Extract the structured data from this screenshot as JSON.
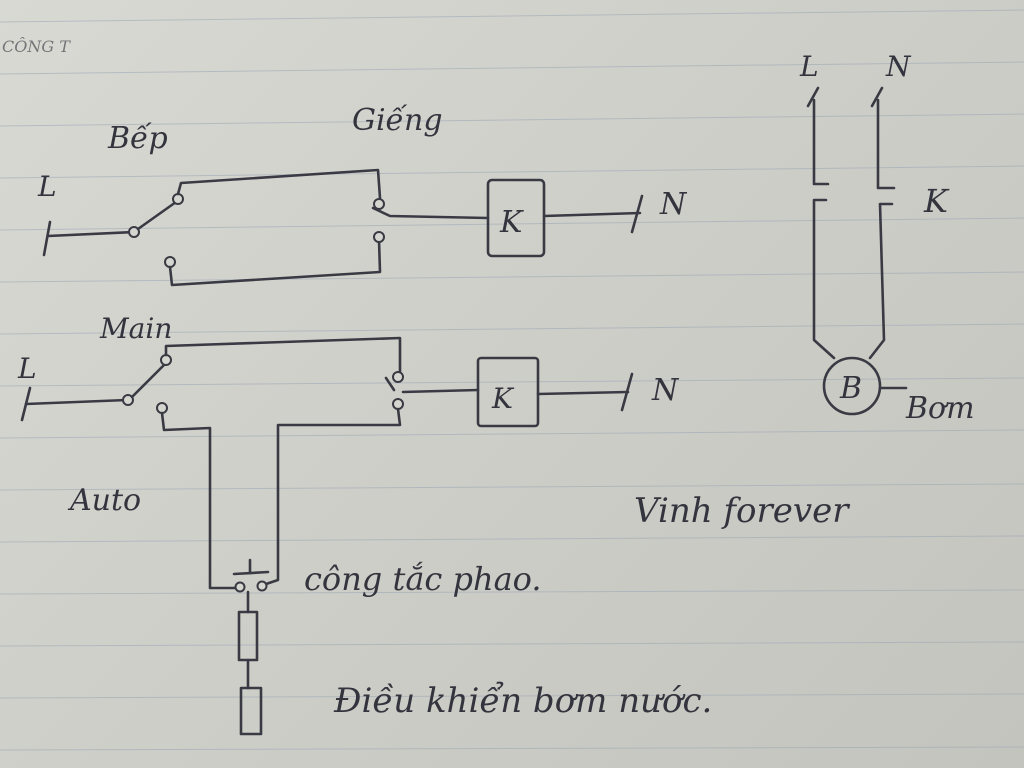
{
  "labels": {
    "bep": "Bếp",
    "gieng": "Giếng",
    "main": "Main",
    "auto": "Auto",
    "L1": "L",
    "N1": "N",
    "K1": "K",
    "L2": "L",
    "N2": "N",
    "K2": "K",
    "L3": "L",
    "N3": "N",
    "K3": "K",
    "B": "B",
    "bom": "Bơm",
    "cong_tac_phao": "công tắc phao.",
    "vinh": "Vinh forever",
    "dieu_khien": "Điều khiển bơm nước.",
    "header": "CÔNG T"
  },
  "colors": {
    "ink": "#3a3a44",
    "paper": "#d2d2cc",
    "ruling": "#9aa6b4"
  }
}
